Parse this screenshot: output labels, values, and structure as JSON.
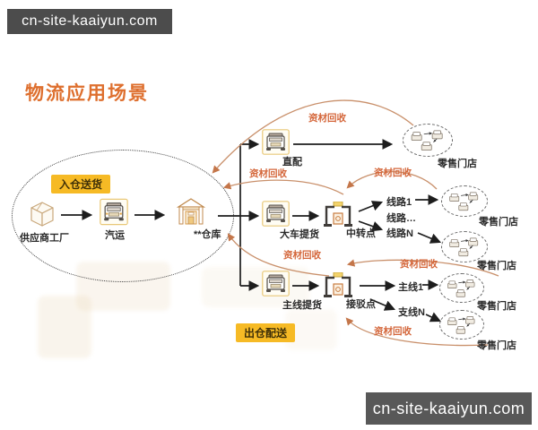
{
  "watermarks": {
    "top": "cn-site-kaaiyun.com",
    "bottom": "cn-site-kaaiyun.com"
  },
  "title": "物流应用场景",
  "badges": {
    "inbound": "入仓送货",
    "outbound": "出仓配送"
  },
  "inbound_flow": {
    "supplier": "供应商工厂",
    "transport": "汽运",
    "warehouse": "**仓库"
  },
  "branches": {
    "direct": {
      "truck": "直配"
    },
    "trunk": {
      "truck": "大车提货",
      "hub": "中转点",
      "routes": [
        "线路1",
        "线路…",
        "线路N"
      ]
    },
    "mainline": {
      "truck": "主线提货",
      "hub": "接驳点",
      "routes": [
        "主线1",
        "支线N"
      ]
    }
  },
  "labels": {
    "retail": "零售门店",
    "recycle": "资材回收"
  },
  "colors": {
    "accent_orange": "#de6f2e",
    "badge_yellow": "#f6ba25",
    "recycle_text": "#d4663a",
    "return_curve": "#c9906b",
    "flow_line": "#1d1d1d",
    "banner_gray": "#4c4c4c"
  }
}
